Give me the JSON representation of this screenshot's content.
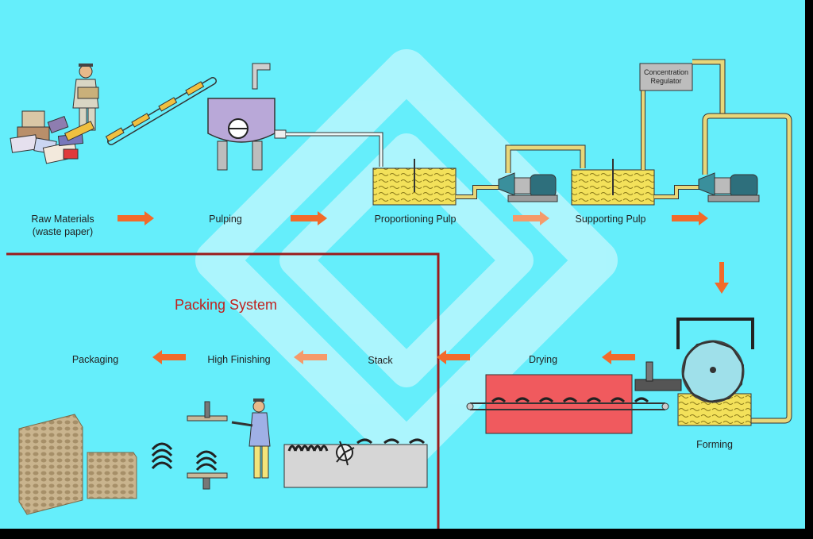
{
  "colors": {
    "background": "#65eefb",
    "pulp": "#f3e15a",
    "pipe": "#e8d77a",
    "arrow": "#f26a2a",
    "dryer": "#f05a5e",
    "section_border": "#9b1b1b",
    "title": "#c0211e"
  },
  "stages": {
    "raw_materials_line1": "Raw Materials",
    "raw_materials_line2": "(waste paper)",
    "pulping": "Pulping",
    "proportioning_pulp": "Proportioning Pulp",
    "supporting_pulp": "Supporting Pulp",
    "forming": "Forming",
    "drying": "Drying",
    "stack": "Stack",
    "high_finishing": "High Finishing",
    "packaging": "Packaging"
  },
  "regulator": {
    "line1": "Concentration",
    "line2": "Regulator"
  },
  "section": {
    "title": "Packing System"
  },
  "icons": {
    "watermark": "diamond-logo-icon",
    "flow_arrow": "arrow-icon",
    "worker": "worker-icon",
    "pump": "pump-icon",
    "mold_drum": "forming-drum-icon"
  }
}
